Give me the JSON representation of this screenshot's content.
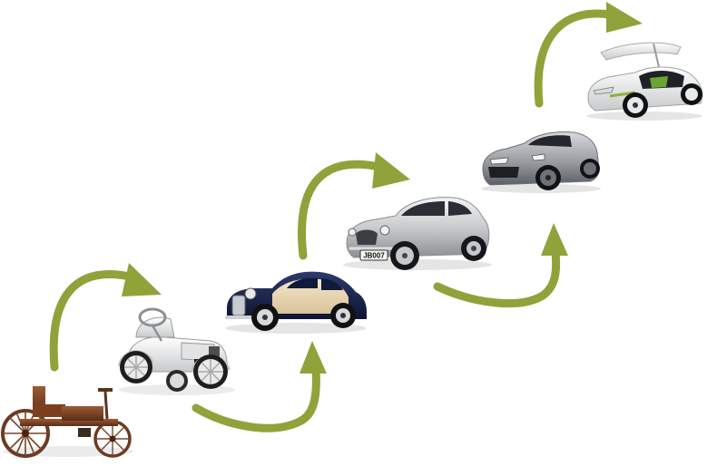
{
  "colors": {
    "arrow": "#8fa33a",
    "background": "#ffffff"
  },
  "illustration": {
    "stages": [
      {
        "name": "horseless-carriage",
        "icon": "antique-carriage-icon"
      },
      {
        "name": "veteran-car",
        "icon": "veteran-car-icon"
      },
      {
        "name": "classic-coupe",
        "icon": "classic-coupe-icon"
      },
      {
        "name": "grand-tourer",
        "icon": "grand-tourer-icon",
        "plate": "JB007"
      },
      {
        "name": "sports-car",
        "icon": "sports-car-icon"
      },
      {
        "name": "concept-car",
        "icon": "concept-car-icon"
      }
    ]
  }
}
